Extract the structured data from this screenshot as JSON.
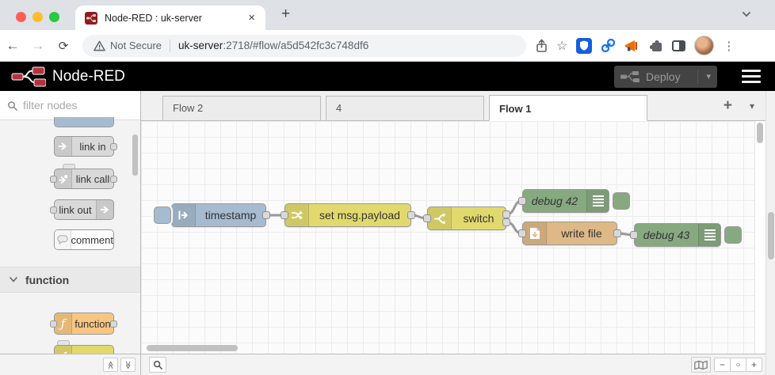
{
  "browser": {
    "tab_title": "Node-RED : uk-server",
    "security_label": "Not Secure",
    "url_host": "uk-server",
    "url_rest": ":2718/#flow/a5d542fc3c748df6"
  },
  "nr_header": {
    "title": "Node-RED",
    "deploy_label": "Deploy"
  },
  "palette": {
    "search_placeholder": "filter nodes",
    "items": [
      {
        "label": "link in"
      },
      {
        "label": "link call"
      },
      {
        "label": "link out"
      },
      {
        "label": "comment"
      }
    ],
    "category_label": "function",
    "function_node_label": "function"
  },
  "workspace": {
    "tabs": [
      {
        "label": "Flow 2"
      },
      {
        "label": "4"
      },
      {
        "label": "Flow 1"
      }
    ]
  },
  "flow": {
    "nodes": [
      {
        "type": "inject",
        "label": "timestamp"
      },
      {
        "type": "change",
        "label": "set msg.payload"
      },
      {
        "type": "switch",
        "label": "switch"
      },
      {
        "type": "debug",
        "label": "debug 42"
      },
      {
        "type": "file",
        "label": "write file"
      },
      {
        "type": "debug",
        "label": "debug 43"
      }
    ]
  },
  "colors": {
    "inject": "#a6bbcf",
    "change": "#e2d96e",
    "switch": "#e2d96e",
    "file": "#deb887",
    "debug": "#87a980",
    "link": "#d9d9d9",
    "comment": "#ffffff",
    "function": "#f8c682",
    "header_bg": "#000000",
    "brand_red": "#ad1625"
  },
  "icons": {
    "back": "←",
    "forward": "→",
    "reload": "⟳",
    "star": "☆",
    "menu_dots": "⋮",
    "tab_close": "×",
    "new_tab": "+",
    "caret_down": "▾",
    "plus": "+",
    "minus": "−",
    "zoom_reset": "○",
    "collapse_all": "≪",
    "expand_all": "≫",
    "function_glyph": "ƒ"
  }
}
